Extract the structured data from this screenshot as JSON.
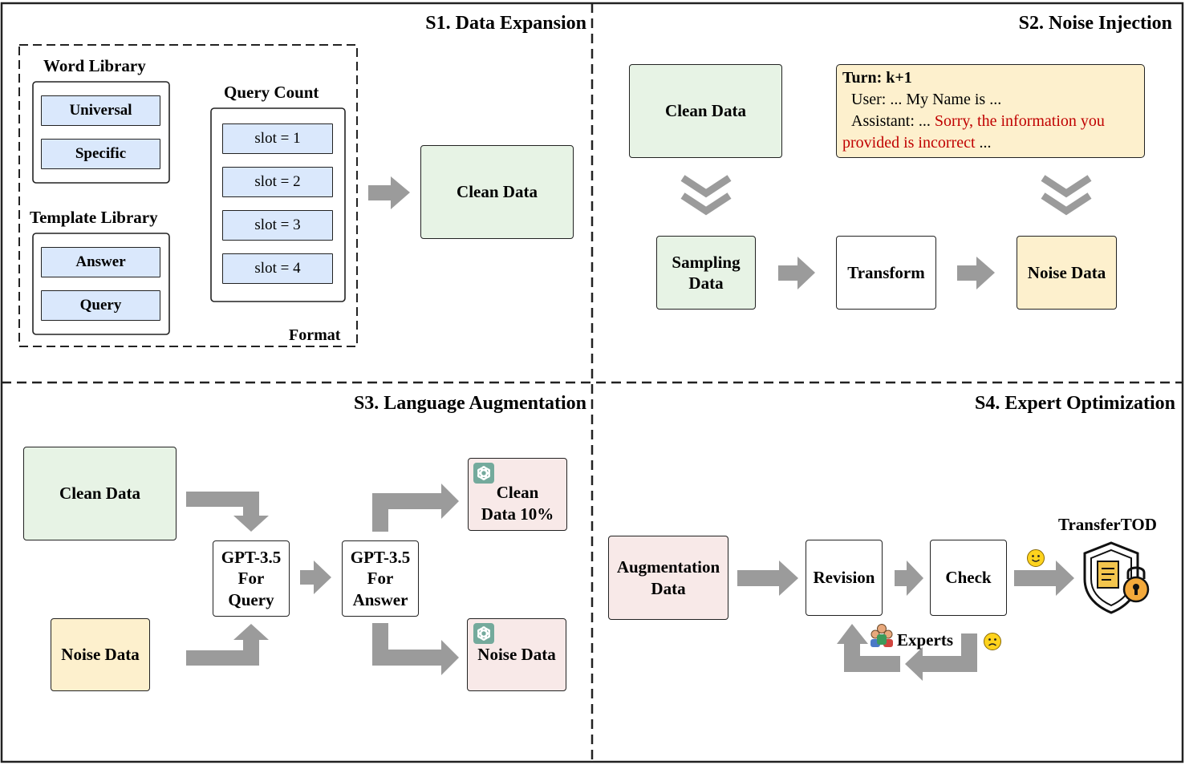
{
  "sections": {
    "s1": "S1. Data Expansion",
    "s2": "S2. Noise Injection",
    "s3": "S3. Language Augmentation",
    "s4": "S4. Expert Optimization"
  },
  "s1": {
    "word_library": "Word Library",
    "word_items": [
      "Universal",
      "Specific"
    ],
    "template_library": "Template Library",
    "template_items": [
      "Answer",
      "Query"
    ],
    "query_count": "Query Count",
    "slots": [
      "slot = 1",
      "slot = 2",
      "slot = 3",
      "slot = 4"
    ],
    "format": "Format",
    "clean_data": "Clean Data"
  },
  "s2": {
    "clean_data": "Clean Data",
    "note_turn": "Turn: k+1",
    "note_user": "User: ... My Name is ...",
    "note_assistant_prefix": "Assistant: ... ",
    "note_assistant_red_1": "Sorry, the information you",
    "note_assistant_red_2": "provided is incorrect",
    "note_tail": " ...",
    "sampling_data": "Sampling Data",
    "transform": "Transform",
    "noise_data": "Noise Data"
  },
  "s3": {
    "clean_data": "Clean Data",
    "noise_data": "Noise Data",
    "gpt_query": "GPT-3.5 For Query",
    "gpt_answer": "GPT-3.5 For Answer",
    "out_clean": "Clean Data 10%",
    "out_noise": "Noise Data"
  },
  "s4": {
    "augmentation_data": "Augmentation Data",
    "revision": "Revision",
    "check": "Check",
    "experts": "Experts",
    "transfertod": "TransferTOD"
  },
  "icons": [
    "chatgpt-logo-icon",
    "double-chevron-down-icon",
    "smiley-face-icon",
    "frowny-face-icon",
    "experts-people-icon",
    "shield-lock-icon"
  ],
  "colors": {
    "green_fill": "#e7f3e5",
    "yellow_fill": "#fdf0cd",
    "pink_fill": "#f8e9e8",
    "blue_fill": "#dae8fc",
    "arrow_gray": "#9b9b9b",
    "highlight_red": "#c00000"
  }
}
